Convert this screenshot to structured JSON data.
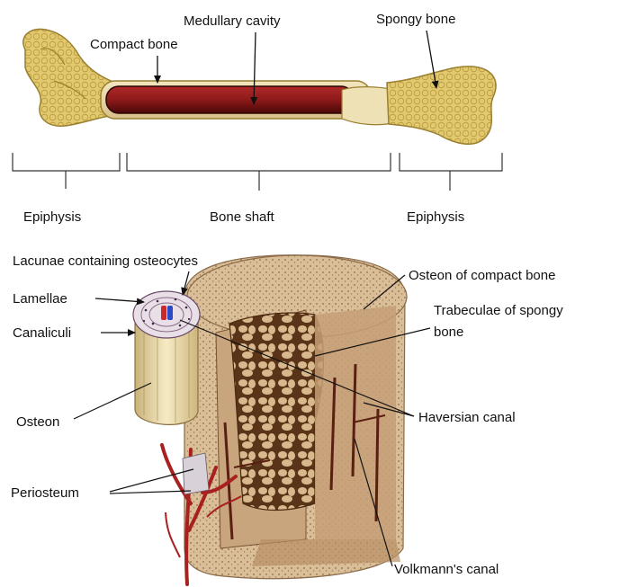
{
  "labels": {
    "compact_bone": "Compact bone",
    "medullary_cavity": "Medullary cavity",
    "spongy_bone": "Spongy bone",
    "epiphysis_left": "Epiphysis",
    "bone_shaft": "Bone shaft",
    "epiphysis_right": "Epiphysis",
    "lacunae": "Lacunae containing osteocytes",
    "lamellae": "Lamellae",
    "canaliculi": "Canaliculi",
    "osteon": "Osteon",
    "periosteum": "Periosteum",
    "osteon_compact": "Osteon of compact bone",
    "trabeculae_line1": "Trabeculae of spongy",
    "trabeculae_line2": "bone",
    "haversian_canal": "Haversian canal",
    "volkmanns_canal": "Volkmann's canal"
  },
  "colors": {
    "spongy": "#e2c970",
    "spongy_dark": "#b89a3a",
    "compact": "#ecdcb0",
    "marrow": "#8e1a1a",
    "marrow_dark": "#4a0808",
    "block_face": "#d6ba94",
    "block_cut": "#c9a57e",
    "vessel": "#a82020",
    "pattern": "#6b3b1a"
  }
}
